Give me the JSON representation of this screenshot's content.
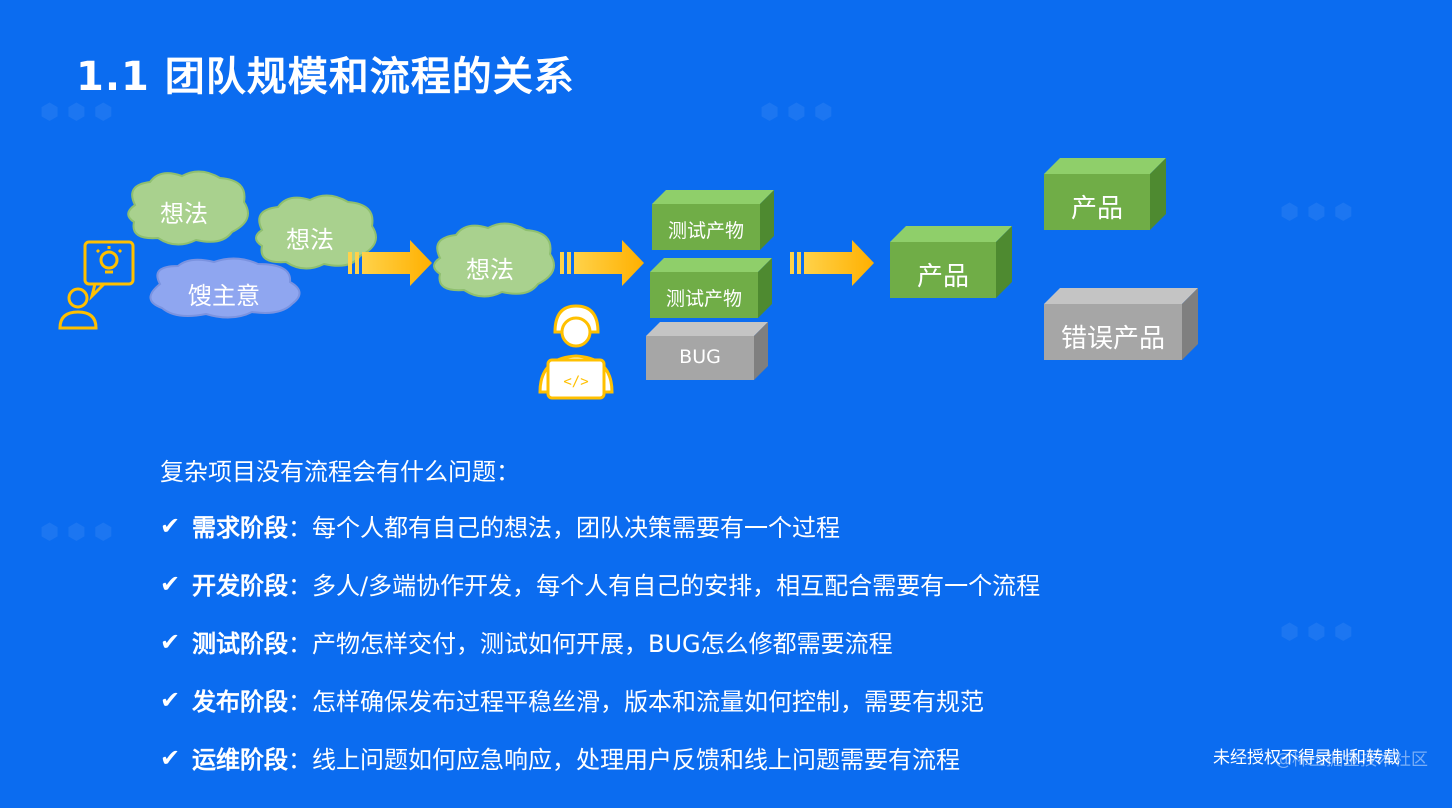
{
  "title": "1.1 团队规模和流程的关系",
  "diagram": {
    "clouds": [
      "想法",
      "想法",
      "馊主意",
      "想法"
    ],
    "boxes": {
      "test1": "测试产物",
      "test2": "测试产物",
      "bug": "BUG",
      "product_mid": "产品",
      "product_top": "产品",
      "wrong_product": "错误产品"
    },
    "icons": [
      "lightbulb-icon",
      "person-icon",
      "developer-laptop-icon",
      "arrow-right-icon"
    ],
    "colors": {
      "background": "#0b6cf0",
      "green_box": "#70ad47",
      "gray_box": "#a6a6a6",
      "arrow": "#ffc000",
      "cloud_green": "#a9d18e",
      "cloud_purple": "#8fa6f0"
    }
  },
  "question": "复杂项目没有流程会有什么问题：",
  "items": [
    {
      "key": "需求阶段",
      "text": "：每个人都有自己的想法，团队决策需要有一个过程"
    },
    {
      "key": "开发阶段",
      "text": "：多人/多端协作开发，每个人有自己的安排，相互配合需要有一个流程"
    },
    {
      "key": "测试阶段",
      "text": "：产物怎样交付，测试如何开展，BUG怎么修都需要流程"
    },
    {
      "key": "发布阶段",
      "text": "：怎样确保发布过程平稳丝滑，版本和流量如何控制，需要有规范"
    },
    {
      "key": "运维阶段",
      "text": "：线上问题如何应急响应，处理用户反馈和线上问题需要有流程"
    }
  ],
  "check_mark": "✔",
  "footer": "未经授权不得录制和转载",
  "footer_ghost": "@稀土掘金技术社区"
}
